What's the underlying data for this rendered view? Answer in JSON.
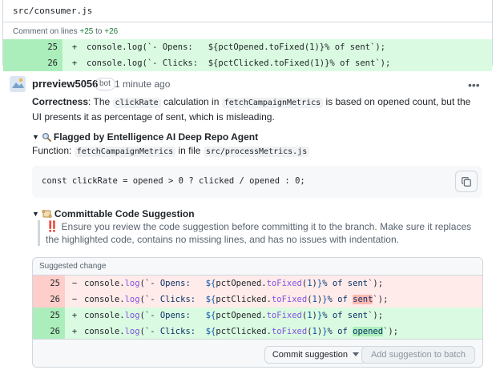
{
  "file": {
    "path": "src/consumer.js"
  },
  "comment_on": {
    "prefix": "Comment on lines ",
    "start": "+25",
    "to": " to ",
    "end": "+26"
  },
  "top_diff": [
    {
      "ln": "25",
      "sign": "+",
      "code": "console.log(`- Opens:   ${pctOpened.toFixed(1)}% of sent`);"
    },
    {
      "ln": "26",
      "sign": "+",
      "code": "console.log(`- Clicks:  ${pctClicked.toFixed(1)}% of sent`);"
    }
  ],
  "comment": {
    "author": "prreview5056",
    "badge": "bot",
    "time": "1 minute ago",
    "menu_icon": "kebab-horizontal-icon",
    "p1_label": "Correctness",
    "p1_a": ": The ",
    "p1_code1": "clickRate",
    "p1_b": " calculation in ",
    "p1_code2": "fetchCampaignMetrics",
    "p1_c": " is based on opened count, but the UI presents it as percentage of sent, which is misleading.",
    "summary1": "Flagged by Entelligence AI Deep Repo Agent",
    "summary1_icon": "magnifier-icon",
    "func_label": "Function: ",
    "func_name": "fetchCampaignMetrics",
    "func_in": " in file ",
    "func_file": "src/processMetrics.js",
    "codeblock": "const clickRate = opened > 0 ? clicked / opened : 0;",
    "summary2": "Committable Code Suggestion",
    "summary2_icon": "scroll-icon",
    "warning_bang": "‼️",
    "warning_text": " Ensure you review the code suggestion before committing it to the branch. Make sure it replaces the highlighted code, contains no missing lines, and has no issues with indentation."
  },
  "suggestion": {
    "header": "Suggested change",
    "rows": [
      {
        "ln": "25",
        "sign": "−",
        "type": "del"
      },
      {
        "ln": "26",
        "sign": "−",
        "type": "del"
      },
      {
        "ln": "25",
        "sign": "+",
        "type": "add"
      },
      {
        "ln": "26",
        "sign": "+",
        "type": "add"
      }
    ],
    "commit_label": "Commit suggestion",
    "batch_label": "Add suggestion to batch"
  },
  "colors": {
    "add_bg": "#dafbe1",
    "del_bg": "#ffebe9",
    "accent_green": "#1a7f37",
    "danger": "#cf222e"
  }
}
